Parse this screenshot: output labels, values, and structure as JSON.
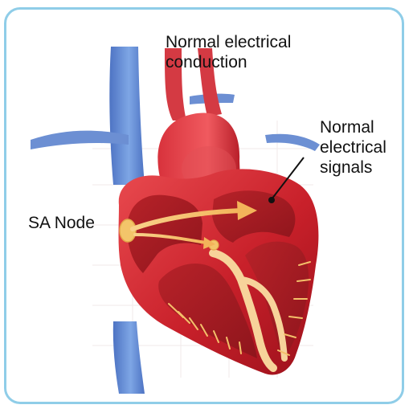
{
  "diagram": {
    "title": "Normal electrical\nconduction",
    "labels": {
      "signals": "Normal\nelectrical\nsignals",
      "sa_node": "SA Node"
    }
  },
  "colors": {
    "frame_border": "#8fcde8",
    "vein_blue": "#6c8fd3",
    "heart_red": "#c8202a",
    "chamber_red": "#a41820",
    "signal_arrow": "#f6c679",
    "sa_node": "#f3c56a"
  },
  "icons": {
    "heart": "heart-cross-section-illustration",
    "arrow": "signal-arrow"
  }
}
